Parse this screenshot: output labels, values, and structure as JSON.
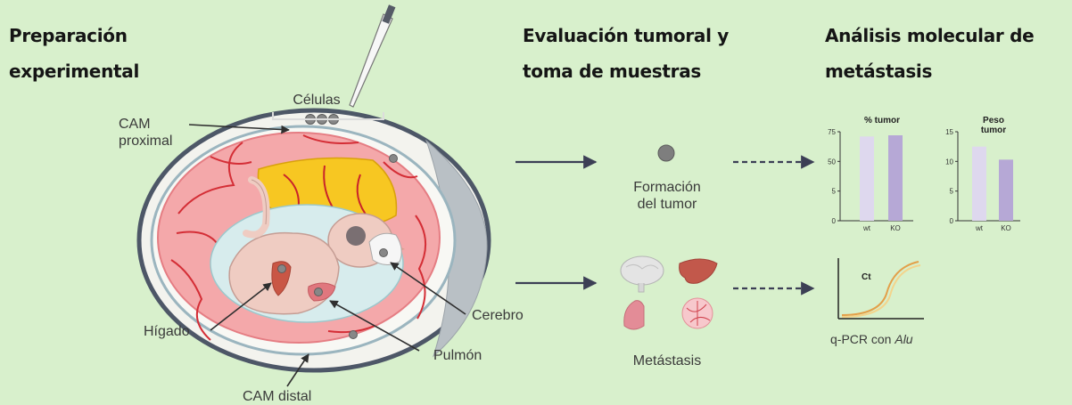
{
  "columns": {
    "prep": {
      "title_line1": "Preparación",
      "title_line2": "experimental"
    },
    "eval": {
      "title_line1": "Evaluación tumoral y",
      "title_line2": "toma de muestras"
    },
    "mol": {
      "title_line1": "Análisis molecular de",
      "title_line2": "metástasis"
    }
  },
  "egg_labels": {
    "cells": "Células",
    "cam_proximal_line1": "CAM",
    "cam_proximal_line2": "proximal",
    "liver": "Hígado",
    "lung": "Pulmón",
    "brain": "Cerebro",
    "cam_distal": "CAM distal"
  },
  "middle": {
    "tumor_line1": "Formación",
    "tumor_line2": "del tumor",
    "metastasis": "Metástasis"
  },
  "qpcr": {
    "prefix": "q-PCR con ",
    "italic": "Alu",
    "ct_label": "Ct"
  },
  "colors": {
    "background": "#d8f0cc",
    "bar_wt": "#ded8ee",
    "bar_ko": "#b6a8d6"
  },
  "chart_data": [
    {
      "type": "bar",
      "title_line1": "% tumor",
      "title_line2": "",
      "categories": [
        "wt",
        "KO"
      ],
      "values": [
        71,
        72
      ],
      "ylim": [
        0,
        75
      ],
      "yticks": [
        "75",
        "50",
        "5",
        "0"
      ],
      "colors": [
        "#ded8ee",
        "#b6a8d6"
      ]
    },
    {
      "type": "bar",
      "title_line1": "Peso",
      "title_line2": "tumor",
      "categories": [
        "wt",
        "KO"
      ],
      "values": [
        12.5,
        10.3
      ],
      "ylim": [
        0,
        15
      ],
      "yticks": [
        "15",
        "10",
        "5",
        "0"
      ],
      "colors": [
        "#ded8ee",
        "#b6a8d6"
      ]
    }
  ]
}
